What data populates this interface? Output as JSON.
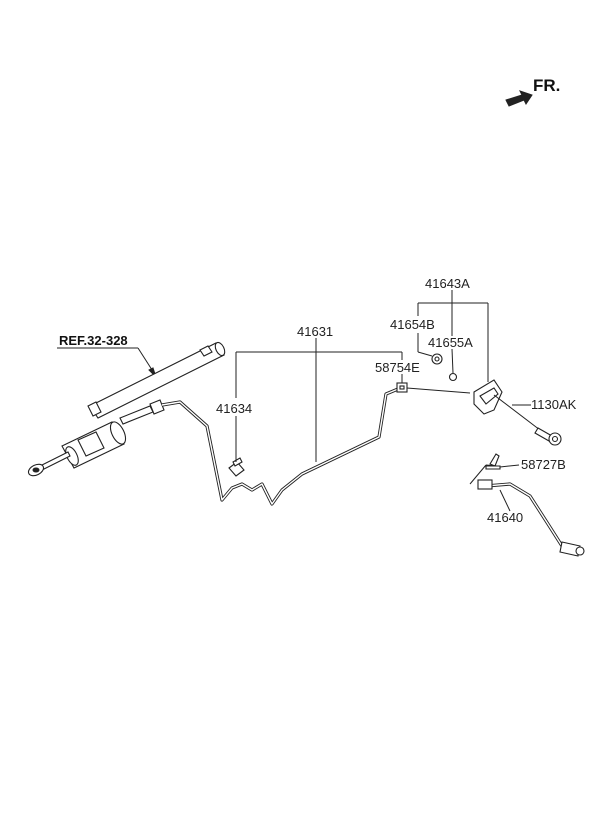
{
  "orientation": {
    "label": "FR.",
    "icon": "front-arrow-icon"
  },
  "reference": {
    "label": "REF.32-328"
  },
  "parts": {
    "p41643A": "41643A",
    "p41654B": "41654B",
    "p41655A": "41655A",
    "p41631": "41631",
    "p58754E": "58754E",
    "p41634": "41634",
    "p1130AK": "1130AK",
    "p58727B": "58727B",
    "p41640": "41640"
  }
}
